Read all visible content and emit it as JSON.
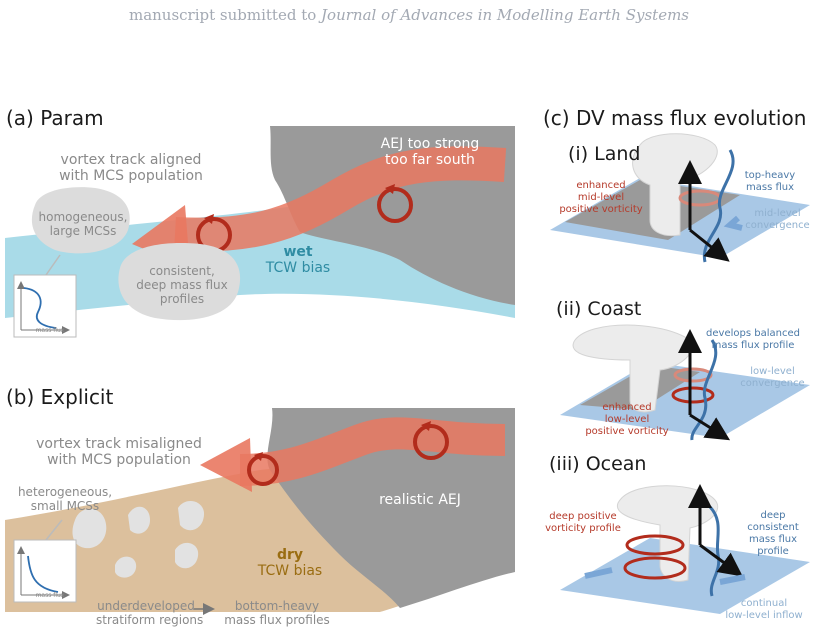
{
  "header": {
    "prefix": "manuscript submitted to ",
    "journal": "Journal of Advances in Modelling Earth Systems"
  },
  "panel_a": {
    "title": "(a) Param",
    "track": "vortex track aligned\nwith MCS population",
    "aej": "AEJ too strong\ntoo far south",
    "mcs": "homogeneous,\nlarge MCSs",
    "profiles": "consistent,\ndeep mass flux\nprofiles",
    "bias_word": "wet",
    "bias_label": "TCW bias",
    "axis": "mass flux"
  },
  "panel_b": {
    "title": "(b) Explicit",
    "track": "vortex track misaligned\nwith MCS population",
    "mcs": "heterogeneous,\nsmall MCSs",
    "aej": "realistic AEJ",
    "bias_word": "dry",
    "bias_label": "TCW bias",
    "stratiform": "underdeveloped\nstratiform regions",
    "bottom": "bottom-heavy\nmass flux profiles",
    "axis": "mass flux"
  },
  "panel_c": {
    "title": "(c) DV mass flux evolution",
    "land": {
      "title": "(i) Land",
      "vorticity": "enhanced\nmid-level\npositive vorticity",
      "flux": "top-heavy\nmass flux",
      "convergence": "mid-level\nconvergence"
    },
    "coast": {
      "title": "(ii) Coast",
      "flux": "develops balanced\nmass flux profile",
      "convergence": "low-level\nconvergence",
      "vorticity": "enhanced\nlow-level\npositive vorticity"
    },
    "ocean": {
      "title": "(iii) Ocean",
      "vorticity": "deep positive\nvorticity profile",
      "flux": "deep\nconsistent\nmass flux\nprofile",
      "inflow": "continual\nlow-level inflow"
    }
  },
  "colors": {
    "land": "#9a9a9a",
    "ocean_wet": "#a9dbe8",
    "dry_land": "#dcc09d",
    "jet": "#e97860",
    "vortex": "#b22c1c",
    "wet_text": "#2f8ca3",
    "dry_text": "#9a6d12"
  }
}
